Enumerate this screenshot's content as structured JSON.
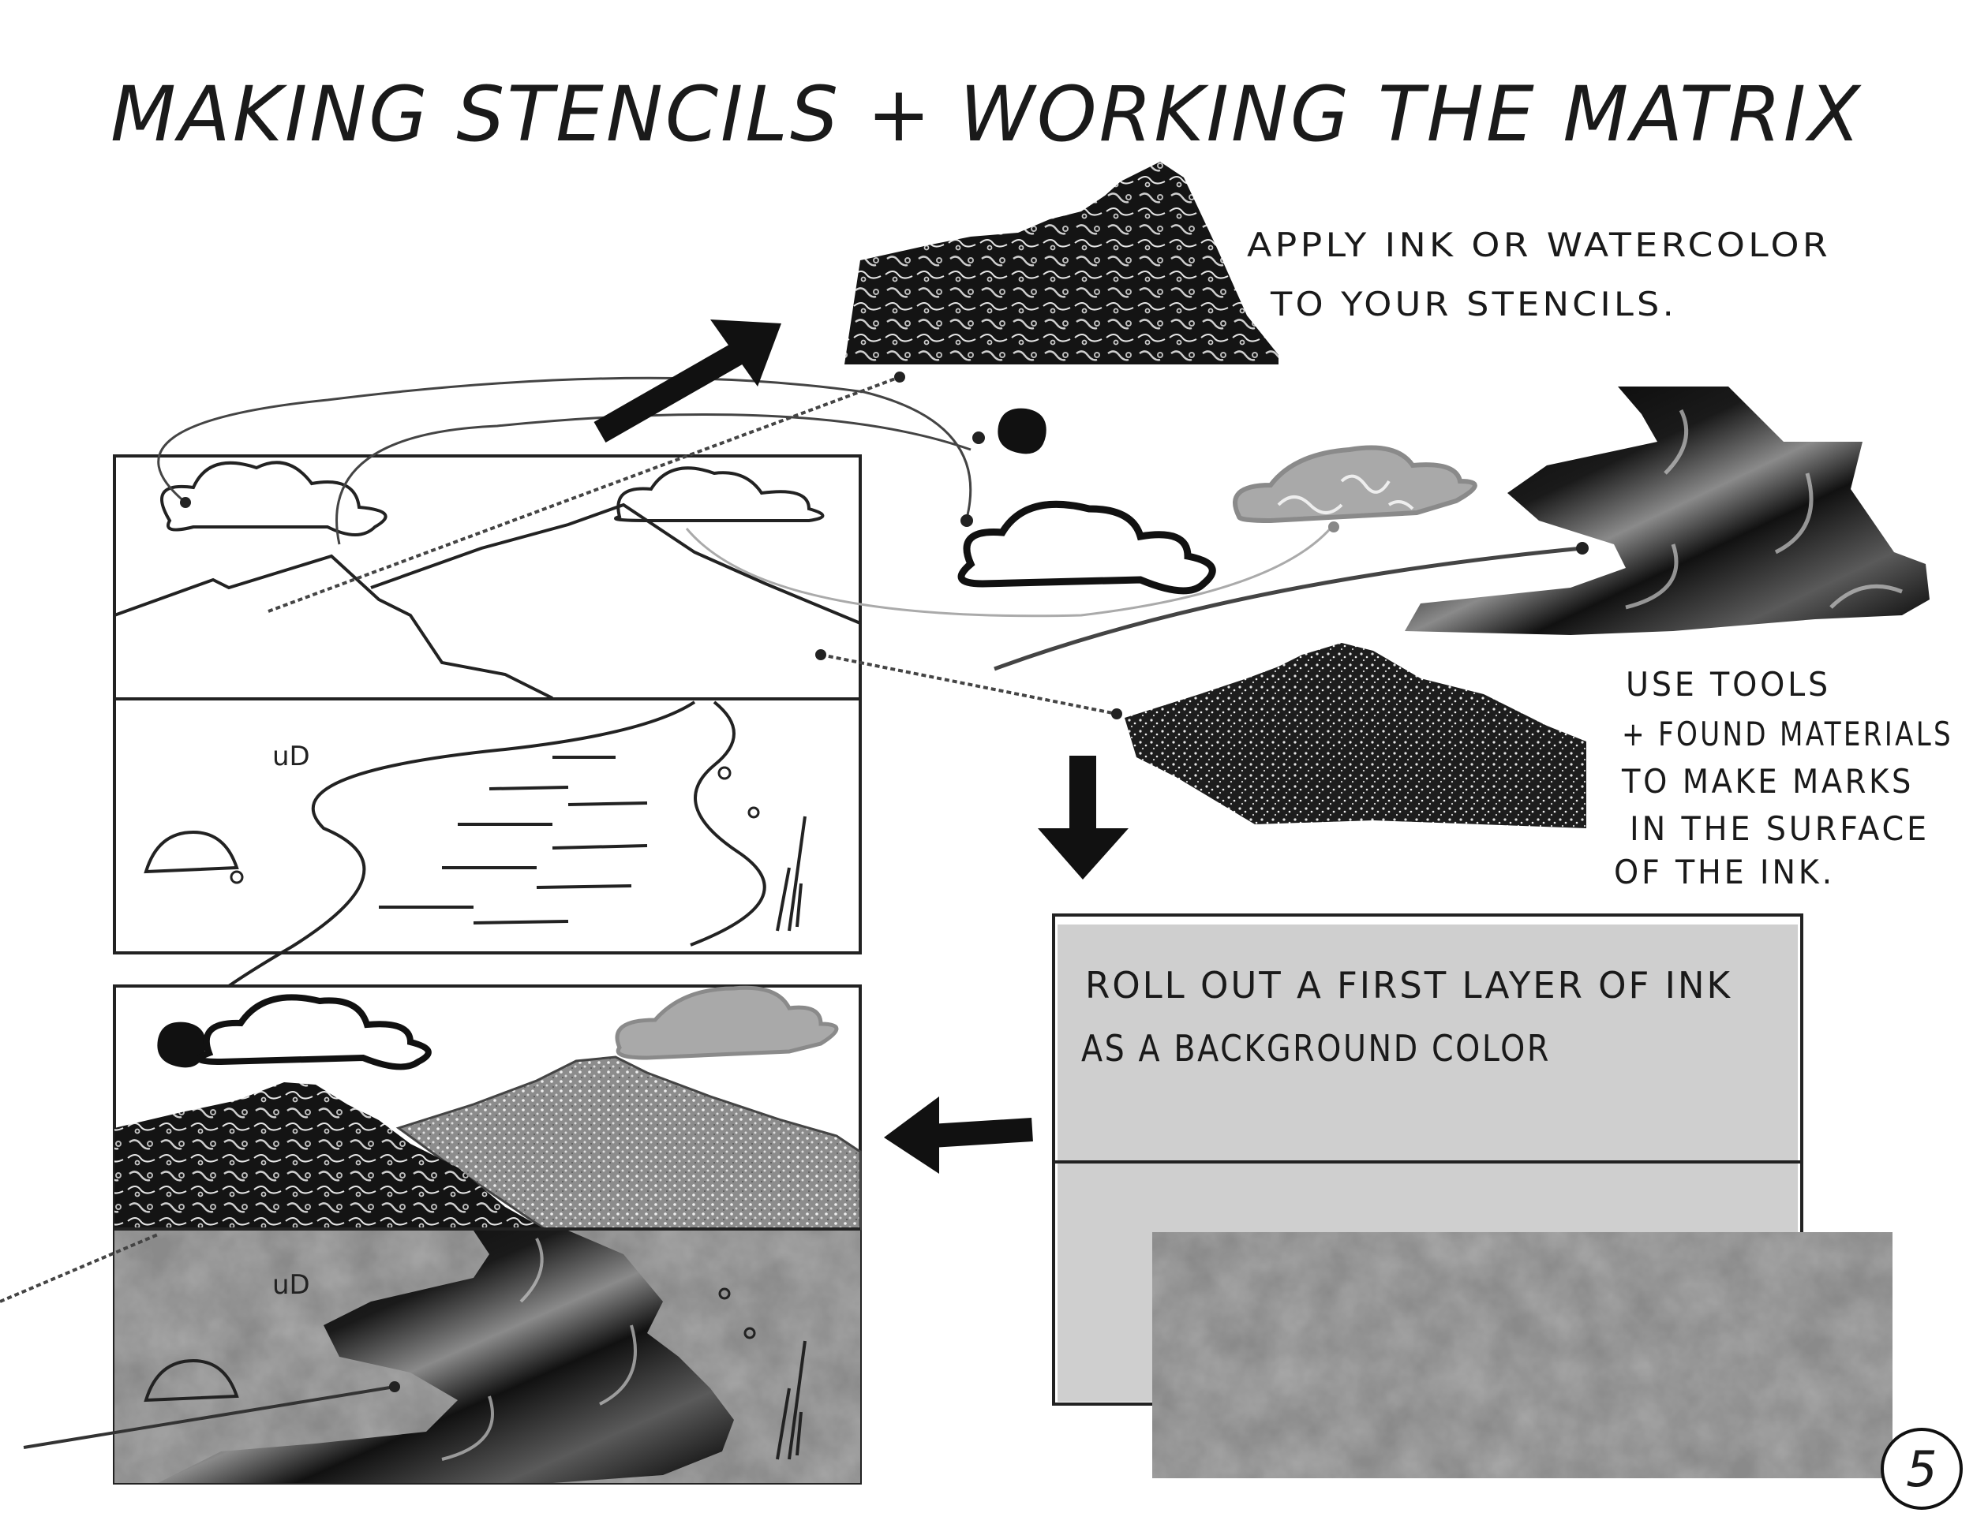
{
  "title": "MAKING STENCILS + WORKING THE MATRIX",
  "notes": {
    "apply_line1": "APPLY INK OR WATERCOLOR",
    "apply_line2": "TO YOUR STENCILS.",
    "tools_line1": "USE TOOLS",
    "tools_line2": "+ FOUND MATERIALS",
    "tools_line3": "TO MAKE MARKS",
    "tools_line4": "IN THE SURFACE",
    "tools_line5": "OF THE INK.",
    "roll_line1": "ROLL OUT A FIRST LAYER OF INK",
    "roll_line2": "AS A BACKGROUND COLOR"
  },
  "page_number": "5",
  "colors": {
    "ink": "#111111",
    "panel_gray": "#cfcfcf",
    "matrix_gray": "#8a8a8a",
    "stencil_gray": "#a9a9a9"
  }
}
